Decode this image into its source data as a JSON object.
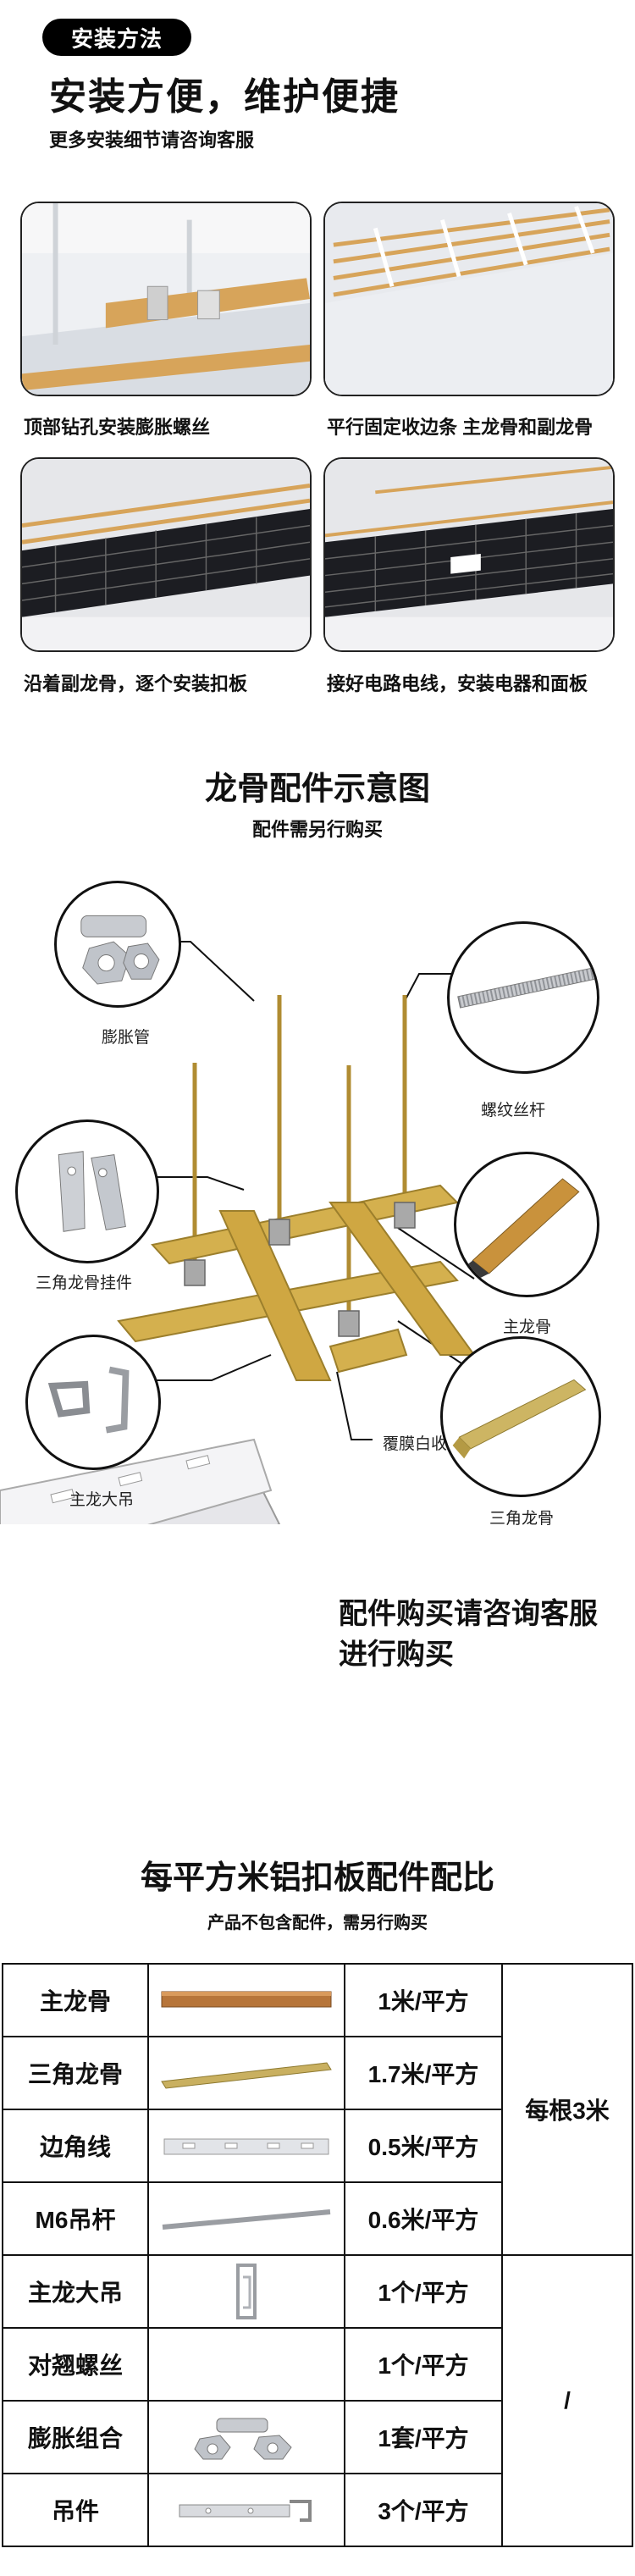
{
  "install": {
    "badge": "安装方法",
    "title": "安装方便，维护便捷",
    "subtitle": "更多安装细节请咨询客服",
    "steps": [
      {
        "caption": "顶部钻孔安装膨胀螺丝"
      },
      {
        "caption": "平行固定收边条  主龙骨和副龙骨"
      },
      {
        "caption": "沿着副龙骨，逐个安装扣板"
      },
      {
        "caption": "接好电路电线，安装电器和面板"
      }
    ]
  },
  "diagram": {
    "title": "龙骨配件示意图",
    "subtitle": "配件需另行购买",
    "labels": {
      "expansion_tube": "膨胀管",
      "threaded_rod": "螺纹丝杆",
      "triangle_hanger": "三角龙骨挂件",
      "main_keel": "主龙骨",
      "main_hanger": "主龙大吊",
      "edge_strip": "覆膜白收边条",
      "triangle_keel": "三角龙骨"
    },
    "note_line1": "配件购买请咨询客服",
    "note_line2": "进行购买"
  },
  "ratio": {
    "title": "每平方米铝扣板配件配比",
    "subtitle": "产品不包含配件，需另行购买",
    "rows": [
      {
        "name": "主龙骨",
        "amount": "1米/平方",
        "icon": "main-keel-icon"
      },
      {
        "name": "三角龙骨",
        "amount": "1.7米/平方",
        "icon": "triangle-keel-icon"
      },
      {
        "name": "边角线",
        "amount": "0.5米/平方",
        "icon": "edge-line-icon"
      },
      {
        "name": "M6吊杆",
        "amount": "0.6米/平方",
        "icon": "m6-rod-icon"
      },
      {
        "name": "主龙大吊",
        "amount": "1个/平方",
        "icon": "main-hanger-icon"
      },
      {
        "name": "对翘螺丝",
        "amount": "1个/平方",
        "icon": "screw-icon"
      },
      {
        "name": "膨胀组合",
        "amount": "1套/平方",
        "icon": "expansion-set-icon"
      },
      {
        "name": "吊件",
        "amount": "3个/平方",
        "icon": "hanger-piece-icon"
      }
    ],
    "group1_note": "每根3米",
    "group2_note": "/"
  },
  "colors": {
    "gold": "#c9a24a",
    "copper": "#b7753a",
    "dark": "#111111"
  }
}
